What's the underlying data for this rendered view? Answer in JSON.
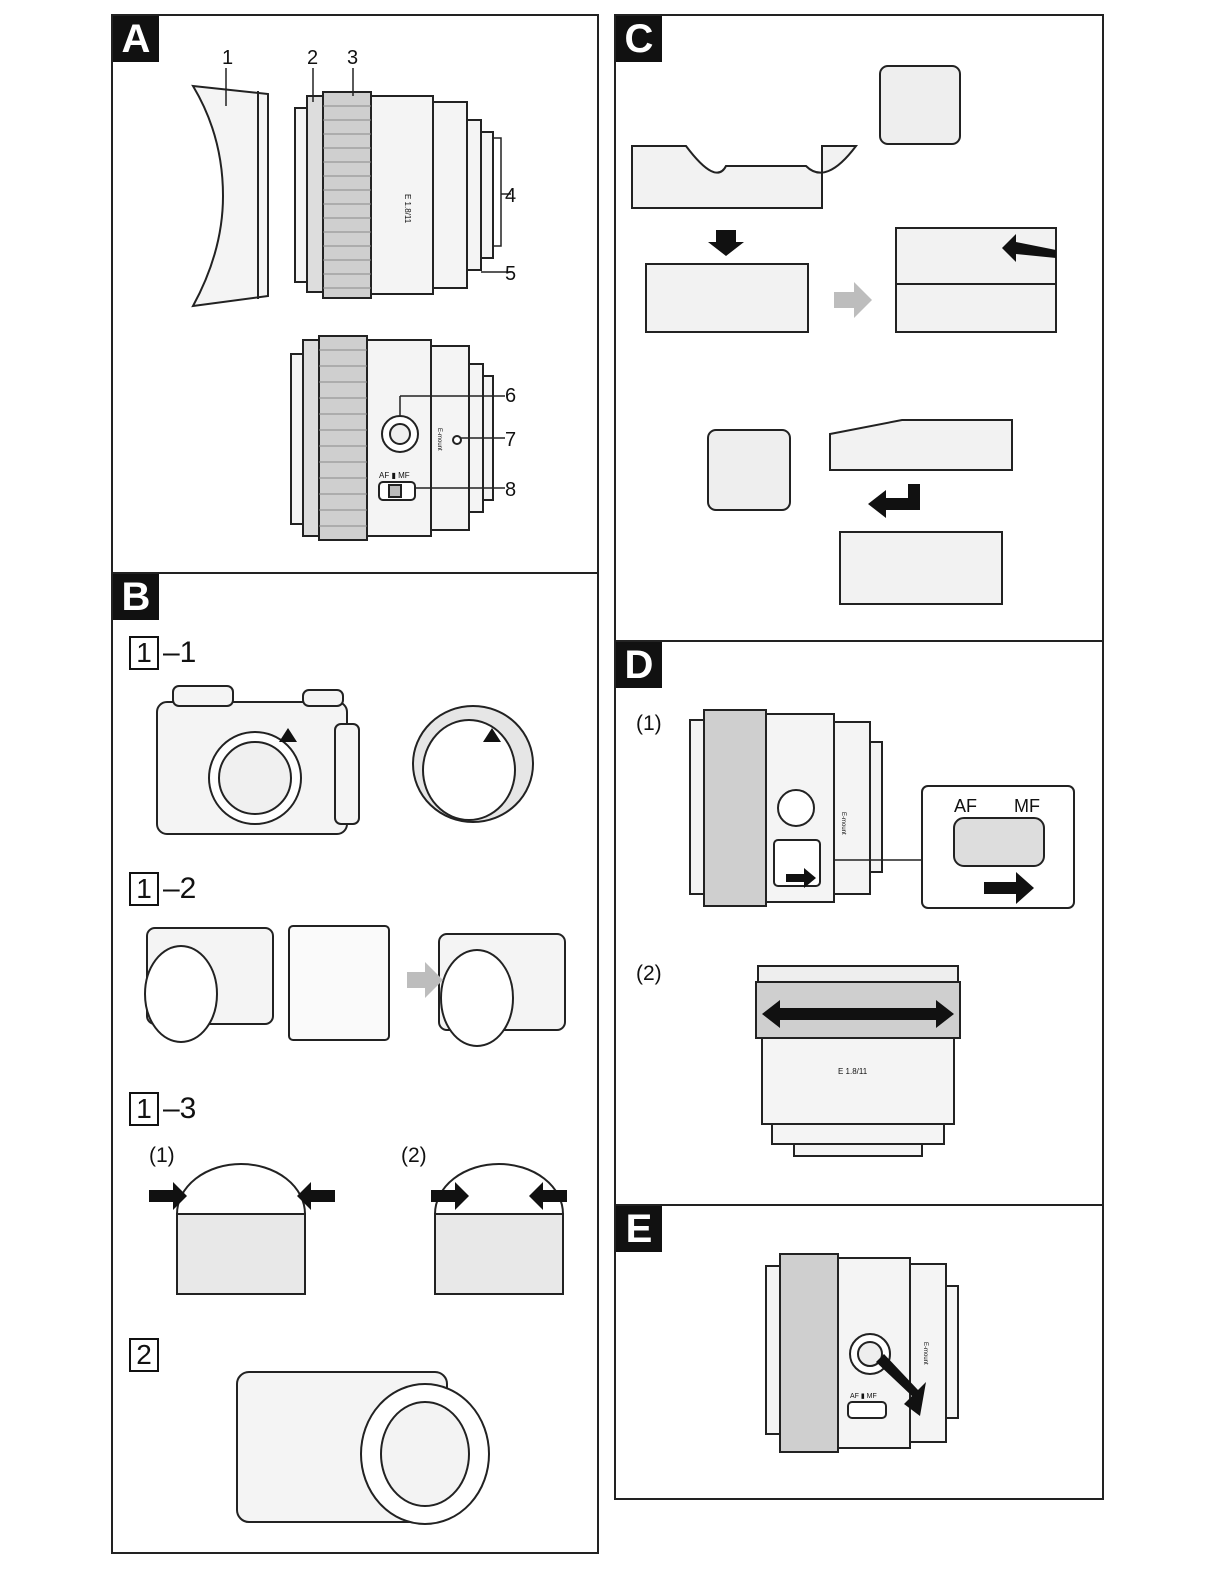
{
  "panels": {
    "a": {
      "letter": "A",
      "callouts": [
        "1",
        "2",
        "3",
        "4",
        "5",
        "6",
        "7",
        "8"
      ],
      "lens_marking": "E 1.8/11",
      "switch_label": "AF ▮ MF",
      "mount_label": "E-mount"
    },
    "b": {
      "letter": "B",
      "steps": [
        {
          "box": "1",
          "suffix": "–1"
        },
        {
          "box": "1",
          "suffix": "–2"
        },
        {
          "box": "1",
          "suffix": "–3"
        },
        {
          "box": "2",
          "suffix": ""
        }
      ],
      "sub1": "(1)",
      "sub2": "(2)"
    },
    "c": {
      "letter": "C"
    },
    "d": {
      "letter": "D",
      "sub1": "(1)",
      "sub2": "(2)",
      "switch_af": "AF",
      "switch_mf": "MF",
      "lens_marking": "E 1.8/11",
      "mount_label": "E-mount"
    },
    "e": {
      "letter": "E",
      "mount_label": "E-mount",
      "switch_label": "AF ▮ MF"
    }
  },
  "colors": {
    "line": "#222222",
    "fill": "#f2f2f2",
    "grey_fill": "#e3e3e3",
    "arrow_grey": "#bdbdbd"
  }
}
